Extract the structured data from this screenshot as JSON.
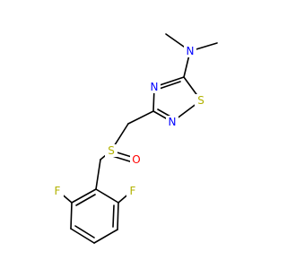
{
  "atoms": {
    "n_amine": {
      "symbol": "N",
      "color": "#0000ff"
    },
    "n_ring_top": {
      "symbol": "N",
      "color": "#0000ff"
    },
    "s_ring": {
      "symbol": "S",
      "color": "#b2b200"
    },
    "n_ring_bottom": {
      "symbol": "N",
      "color": "#0000ff"
    },
    "s_sulfinyl": {
      "symbol": "S",
      "color": "#b2b200"
    },
    "o_sulfinyl": {
      "symbol": "O",
      "color": "#ff0000"
    },
    "f_left": {
      "symbol": "F",
      "color": "#b2b200"
    },
    "f_right": {
      "symbol": "F",
      "color": "#b2b200"
    }
  },
  "colors": {
    "bond": "#000000",
    "background": "#ffffff"
  }
}
